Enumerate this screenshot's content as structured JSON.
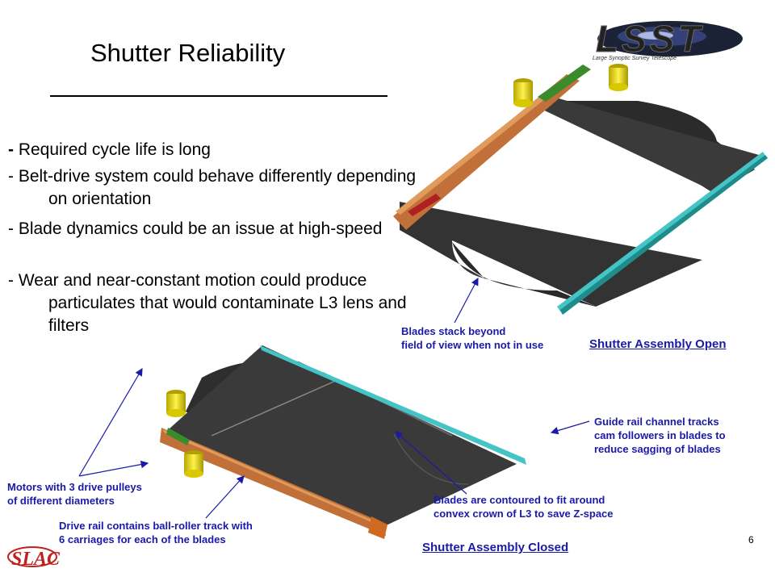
{
  "slide": {
    "title": "Shutter Reliability",
    "page_number": "6",
    "bullets": [
      {
        "lead": "- ",
        "text": "Required cycle life is long"
      },
      {
        "lead": "",
        "text": "- Belt-drive system could behave differently depending on orientation"
      },
      {
        "lead": "",
        "text": "- Blade dynamics could be an issue at high-speed"
      },
      {
        "lead": "",
        "text": "- Wear and near-constant motion could produce particulates that would contaminate L3 lens and filters"
      }
    ],
    "callouts": {
      "blades_stack": [
        "Blades stack beyond",
        "field of view when not in use"
      ],
      "guide_rail": [
        "Guide rail channel tracks",
        "cam followers in blades to",
        "reduce sagging of blades"
      ],
      "motors": [
        "Motors with 3 drive pulleys",
        "of different diameters"
      ],
      "drive_rail": [
        "Drive rail contains ball-roller track with",
        "6 carriages for each of the blades"
      ],
      "blades_contoured": [
        "Blades are contoured to fit around",
        "convex crown of L3 to save Z-space"
      ]
    },
    "headings": {
      "open": "Shutter Assembly Open",
      "closed": "Shutter Assembly Closed"
    },
    "logos": {
      "lsst": "LSST",
      "lsst_tagline": "Large Synoptic Survey Telescope",
      "slac": "SLAC"
    }
  }
}
